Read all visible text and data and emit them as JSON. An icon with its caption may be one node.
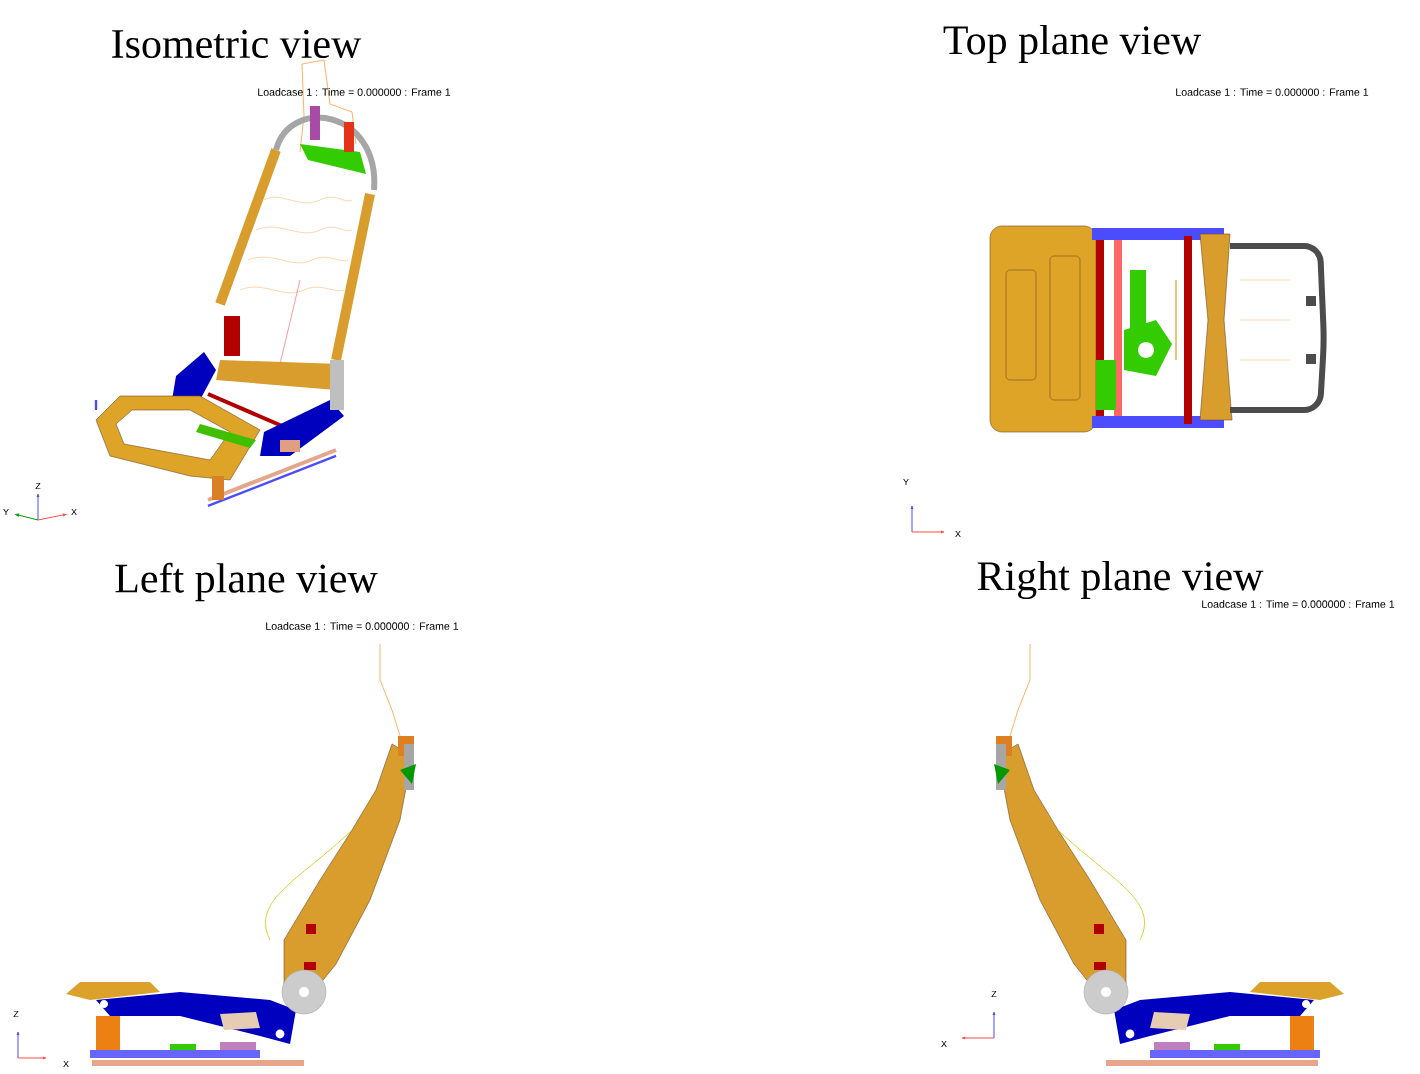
{
  "diagram": {
    "labels": [
      "Isometric view",
      "Top plane view",
      "Loadcase 1 : Time = 0.000000 : Frame 1",
      "Loadcase 1 : Time = 0.000000 : Frame 1",
      "Z",
      "Y",
      "X",
      "Y",
      "X",
      "Left plane view",
      "Right plane view",
      "Loadcase 1 : Time = 0.000000 : Frame 1",
      "Loadcase 1 : Time = 0.000000 : Frame 1",
      "Z",
      "X",
      "Z",
      "X"
    ]
  }
}
